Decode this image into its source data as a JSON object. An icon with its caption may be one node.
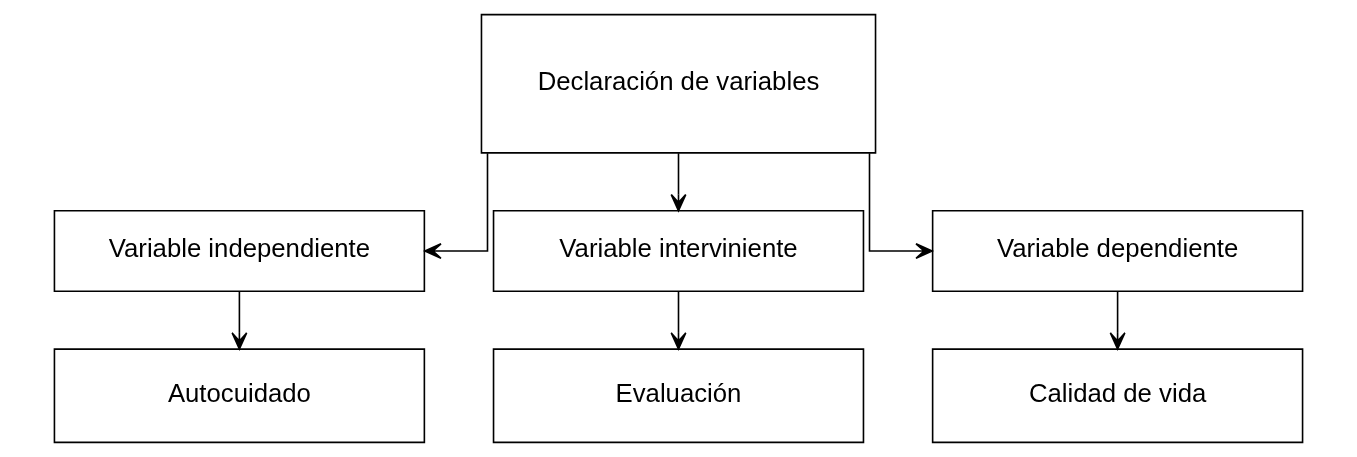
{
  "diagram": {
    "nodes": [
      {
        "text": [
          "Declaración de variables"
        ]
      },
      {
        "text": [
          "Variable independiente"
        ]
      },
      {
        "text": [
          "Variable interviniente"
        ]
      },
      {
        "text": [
          "Variable dependiente"
        ]
      },
      {
        "text": [
          "Autocuidado"
        ]
      },
      {
        "text": [
          "Evaluación"
        ]
      },
      {
        "text": [
          "Calidad de vida"
        ]
      }
    ],
    "edges": [
      {
        "from": 0,
        "to": 1,
        "arrow": "to"
      },
      {
        "from": 0,
        "to": 2,
        "arrow": "to"
      },
      {
        "from": 0,
        "to": 3,
        "arrow": "to"
      },
      {
        "from": 1,
        "to": 4,
        "arrow": "to"
      },
      {
        "from": 2,
        "to": 5,
        "arrow": "to"
      },
      {
        "from": 3,
        "to": 6,
        "arrow": "to"
      }
    ]
  }
}
